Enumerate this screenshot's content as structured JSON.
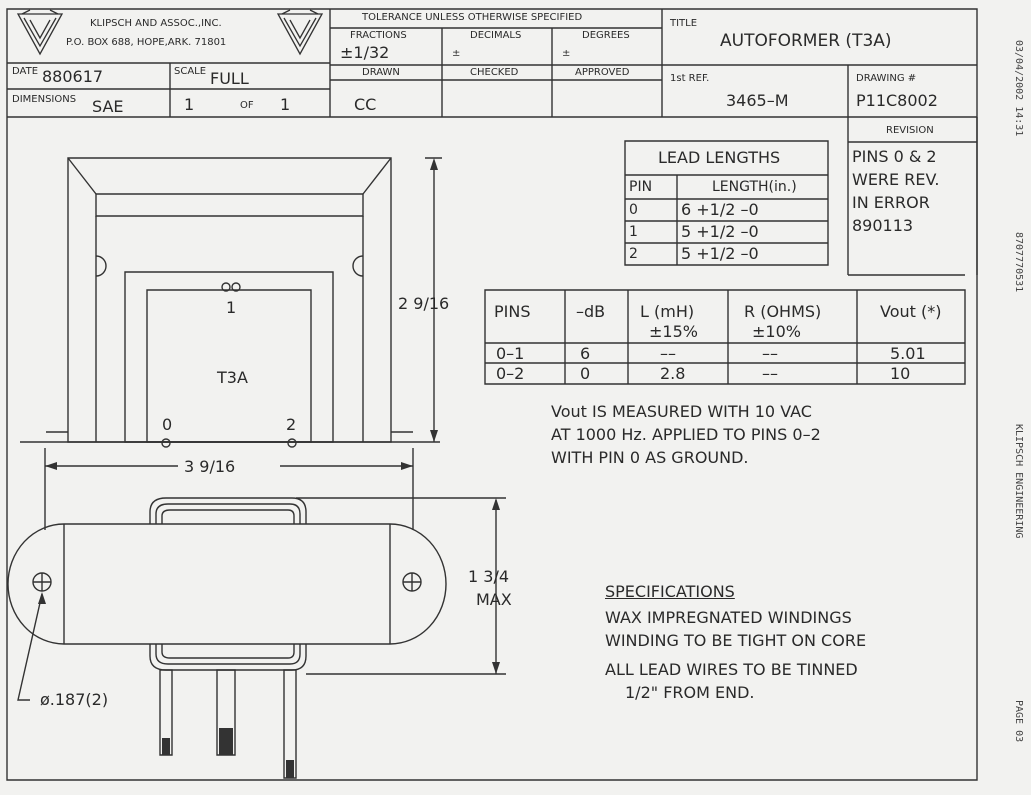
{
  "title_block": {
    "company_name": "KLIPSCH AND ASSOC.,INC.",
    "company_address": "P.O. BOX 688, HOPE,ARK. 71801",
    "tolerance_header": "TOLERANCE UNLESS OTHERWISE SPECIFIED",
    "fractions_label": "FRACTIONS",
    "fractions_value": "±1/32",
    "decimals_label": "DECIMALS",
    "decimals_value": "±",
    "degrees_label": "DEGREES",
    "degrees_value": "±",
    "title_label": "TITLE",
    "title_value": "AUTOFORMER (T3A)",
    "date_label": "DATE",
    "date_value": "880617",
    "scale_label": "SCALE",
    "scale_value": "FULL",
    "drawn_label": "DRAWN",
    "checked_label": "CHECKED",
    "approved_label": "APPROVED",
    "first_ref_label": "1st REF.",
    "first_ref_value": "3465–M",
    "drawing_no_label": "DRAWING #",
    "drawing_no_value": "P11C8002",
    "dimensions_label": "DIMENSIONS",
    "dimensions_value": "SAE",
    "sheet_number": "1",
    "sheet_of_label": "OF",
    "sheet_total": "1",
    "drawn_value": "CC"
  },
  "revision": {
    "label": "REVISION",
    "lines": [
      "PINS 0 & 2",
      "WERE REV.",
      "IN ERROR",
      "890113"
    ]
  },
  "lead_lengths": {
    "title": "LEAD LENGTHS",
    "headers": [
      "PIN",
      "LENGTH(in.)"
    ],
    "rows": [
      [
        "0",
        "6 +1/2 –0"
      ],
      [
        "1",
        "5 +1/2 –0"
      ],
      [
        "2",
        "5 +1/2 –0"
      ]
    ]
  },
  "pins_table": {
    "headers": [
      "PINS",
      "–dB",
      "L (mH)",
      "R (OHMS)",
      "Vout (*)"
    ],
    "subheaders": [
      "",
      "",
      "±15%",
      "±10%",
      ""
    ],
    "rows": [
      [
        "0–1",
        "6",
        "––",
        "––",
        "5.01"
      ],
      [
        "0–2",
        "0",
        "2.8",
        "––",
        "10"
      ]
    ]
  },
  "vout_note": [
    "Vout IS MEASURED WITH 10 VAC",
    "AT 1000 Hz. APPLIED TO PINS 0–2",
    "WITH PIN 0 AS GROUND."
  ],
  "specifications": {
    "title": "SPECIFICATIONS",
    "lines": [
      "WAX IMPREGNATED WINDINGS",
      "WINDING TO BE TIGHT ON CORE",
      "ALL LEAD WIRES TO BE TINNED",
      "1/2\" FROM END."
    ]
  },
  "drawing": {
    "part_label": "T3A",
    "pin_label_1": "1",
    "pin_label_0": "0",
    "pin_label_2": "2",
    "height_dim": "2 9/16",
    "width_dim": "3 9/16",
    "depth_dim": "1 3/4",
    "depth_dim_note": "MAX",
    "hole_dim": "ø.187(2)"
  },
  "fax_header": {
    "timestamp": "03/04/2002  14:31",
    "phone": "8707770531",
    "sender": "KLIPSCH ENGINEERING",
    "page": "PAGE  03"
  }
}
